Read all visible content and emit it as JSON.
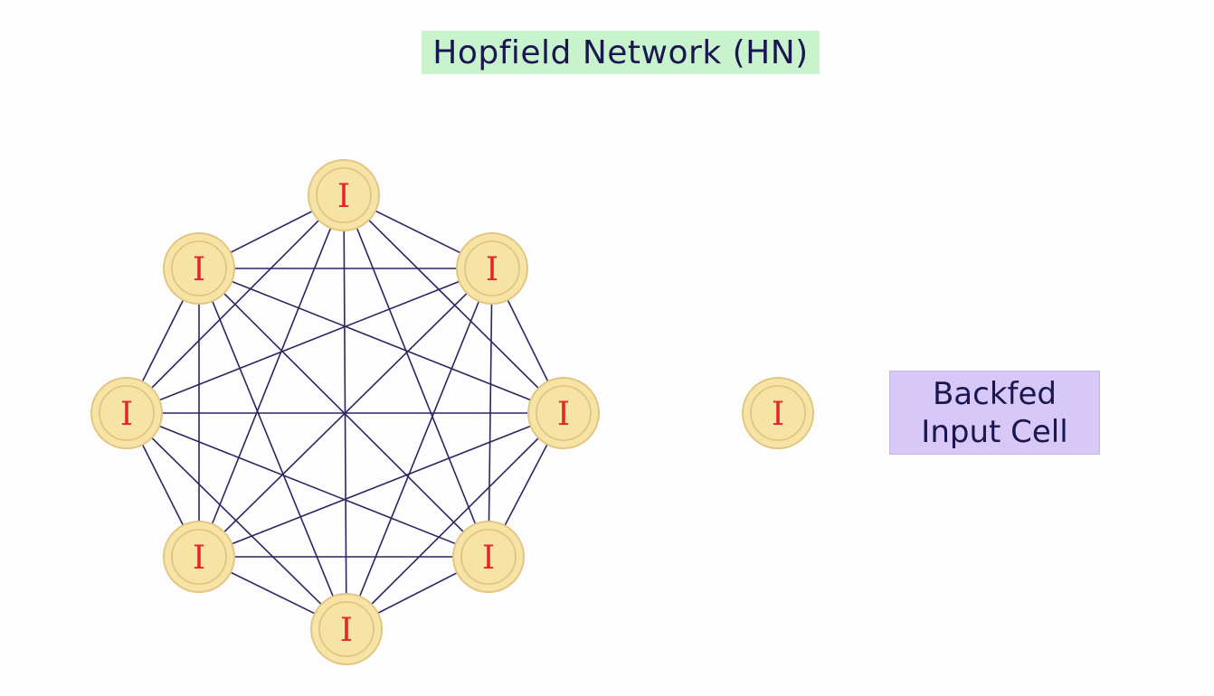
{
  "title": "Hopfield Network (HN)",
  "legend": {
    "line1": "Backfed",
    "line2": "Input Cell"
  },
  "node_label": "I",
  "legend_node_label": "I",
  "node_names": [
    "top",
    "upper-right",
    "right",
    "lower-right",
    "bottom",
    "lower-left",
    "left",
    "upper-left"
  ],
  "colors": {
    "node_fill": "#f7e3a6",
    "node_ring": "#e1c681",
    "node_label": "#e1262c",
    "edge": "#2f2460",
    "title_bg": "#c9f3cc",
    "legend_bg": "#d8c8f7",
    "text": "#1a1750"
  },
  "connectivity": "fully-connected"
}
